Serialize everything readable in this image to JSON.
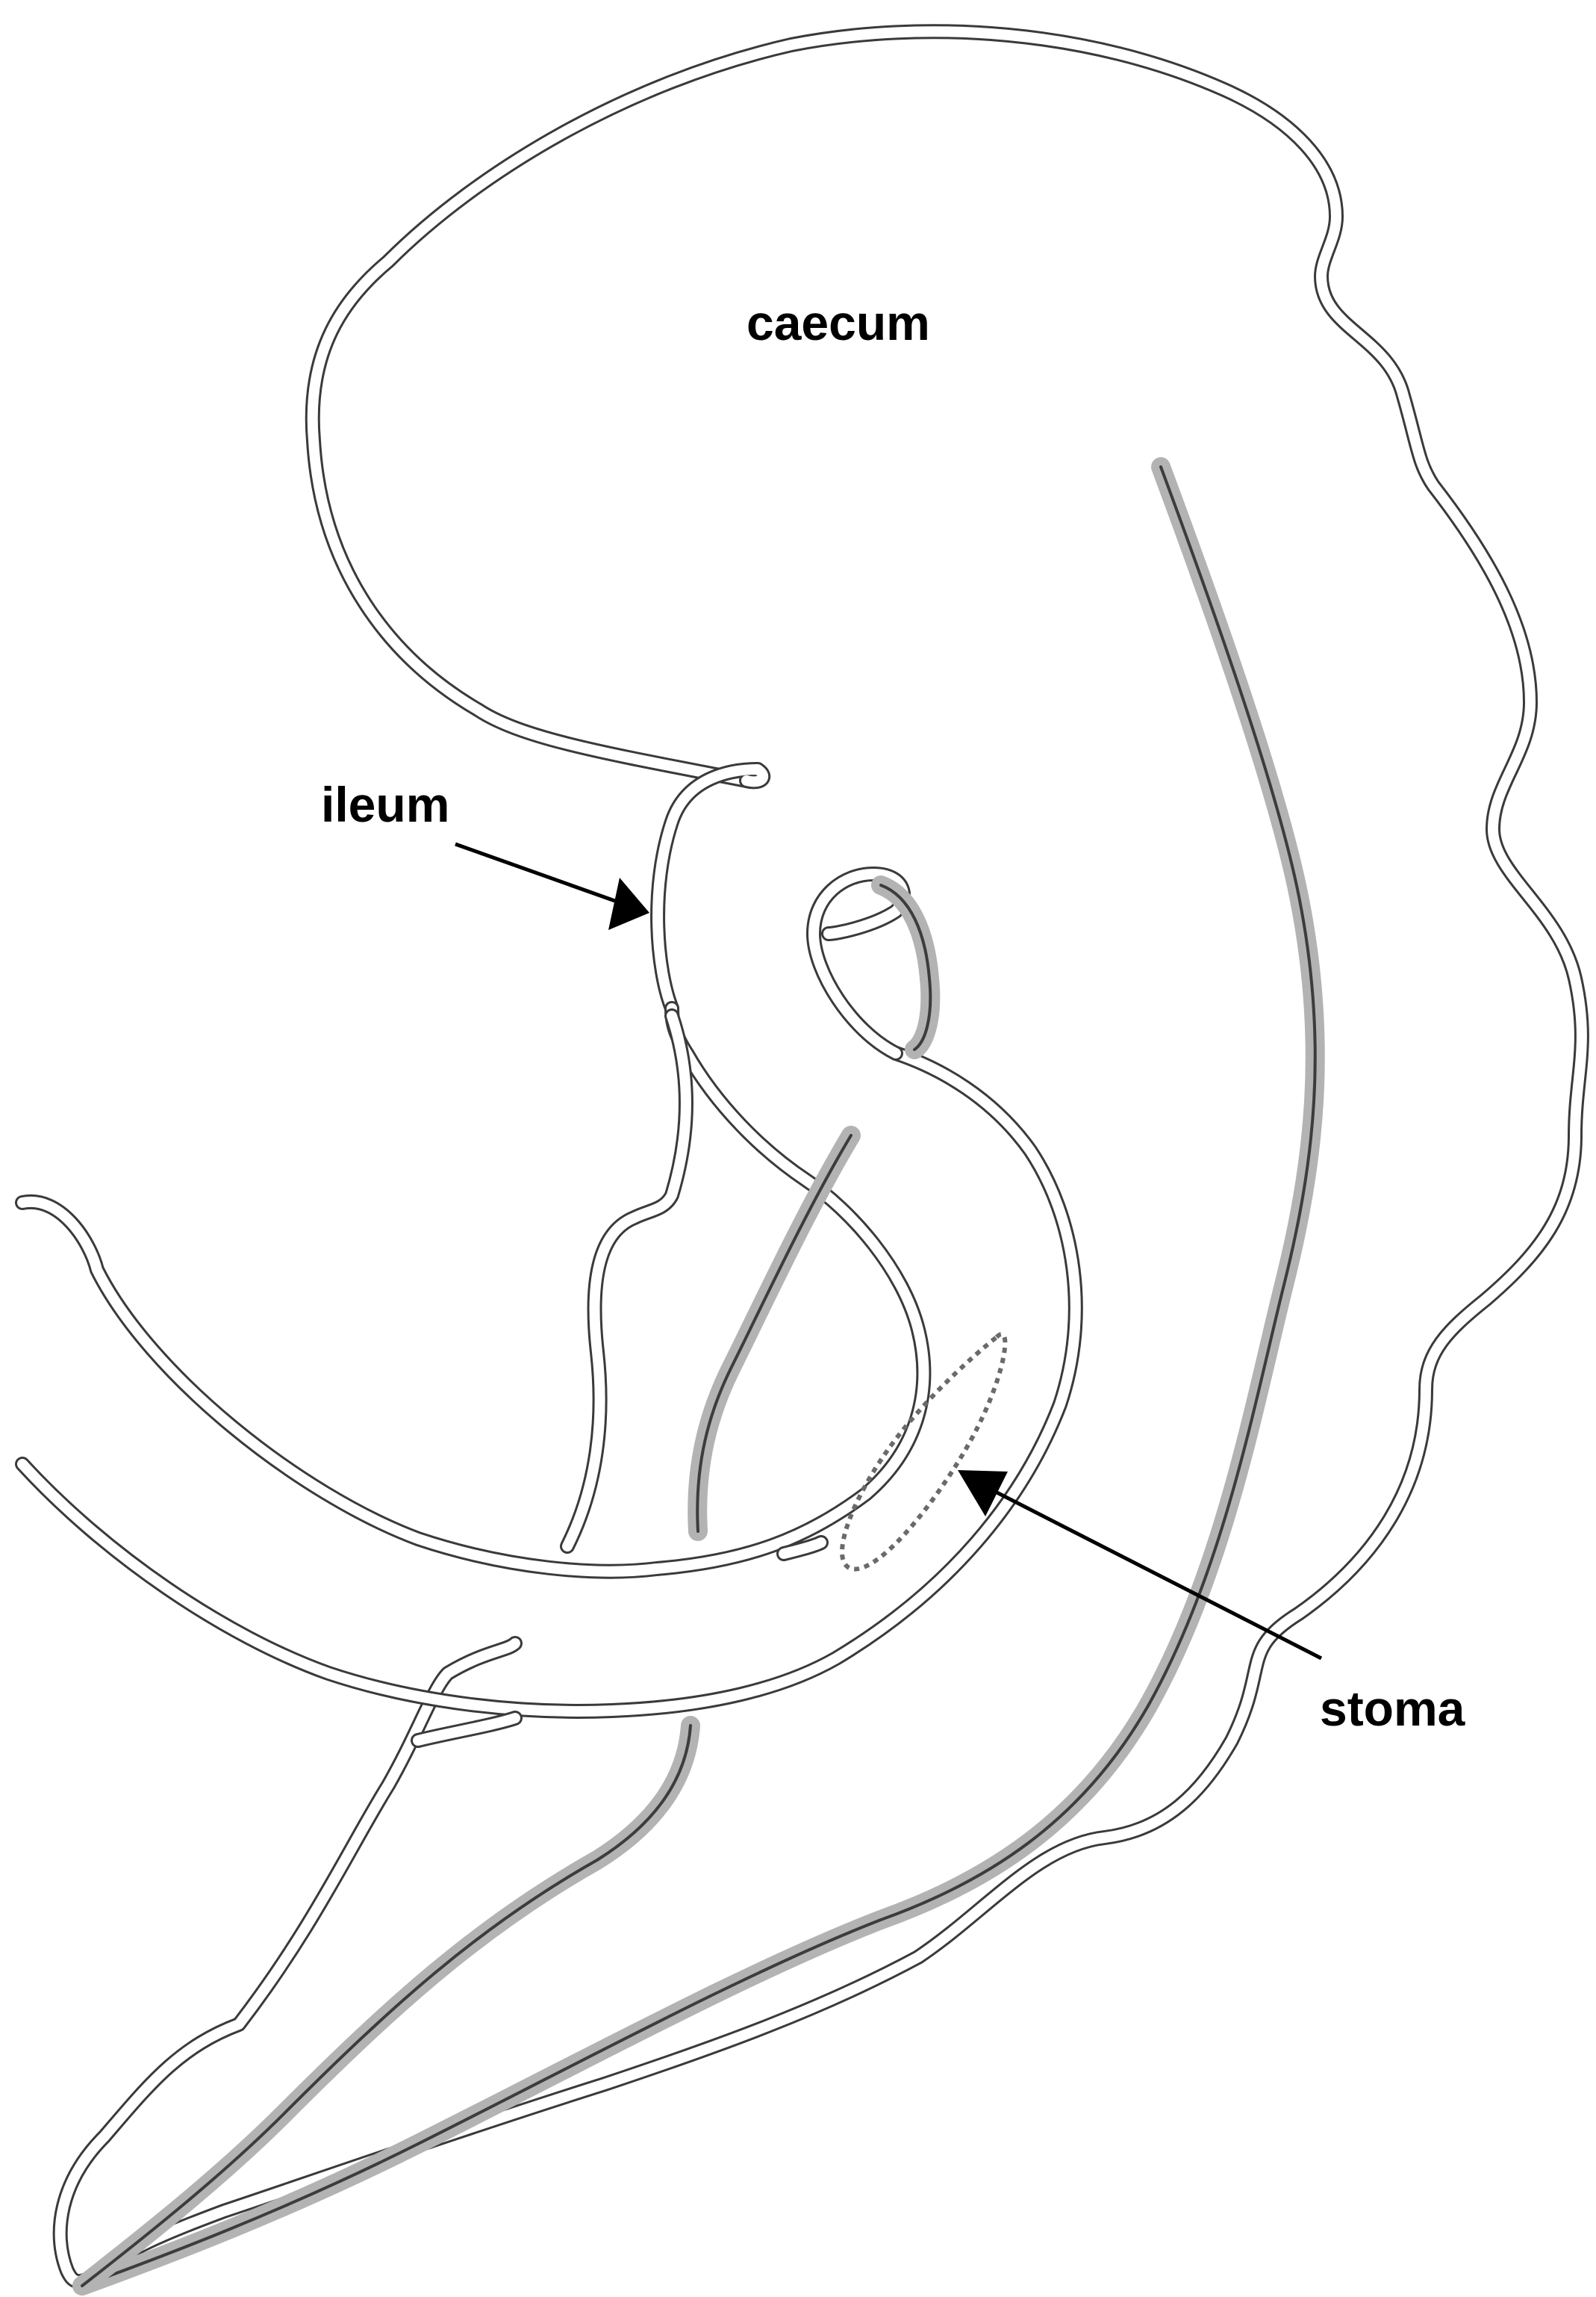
{
  "labels": {
    "caecum": "caecum",
    "ileum": "ileum",
    "stoma": "stoma"
  },
  "colors": {
    "outline": "#3a3a3a",
    "band_halo": "#b3b3b3",
    "band_core": "#3c3c3c",
    "arrow": "#000000",
    "background": "#ffffff"
  }
}
